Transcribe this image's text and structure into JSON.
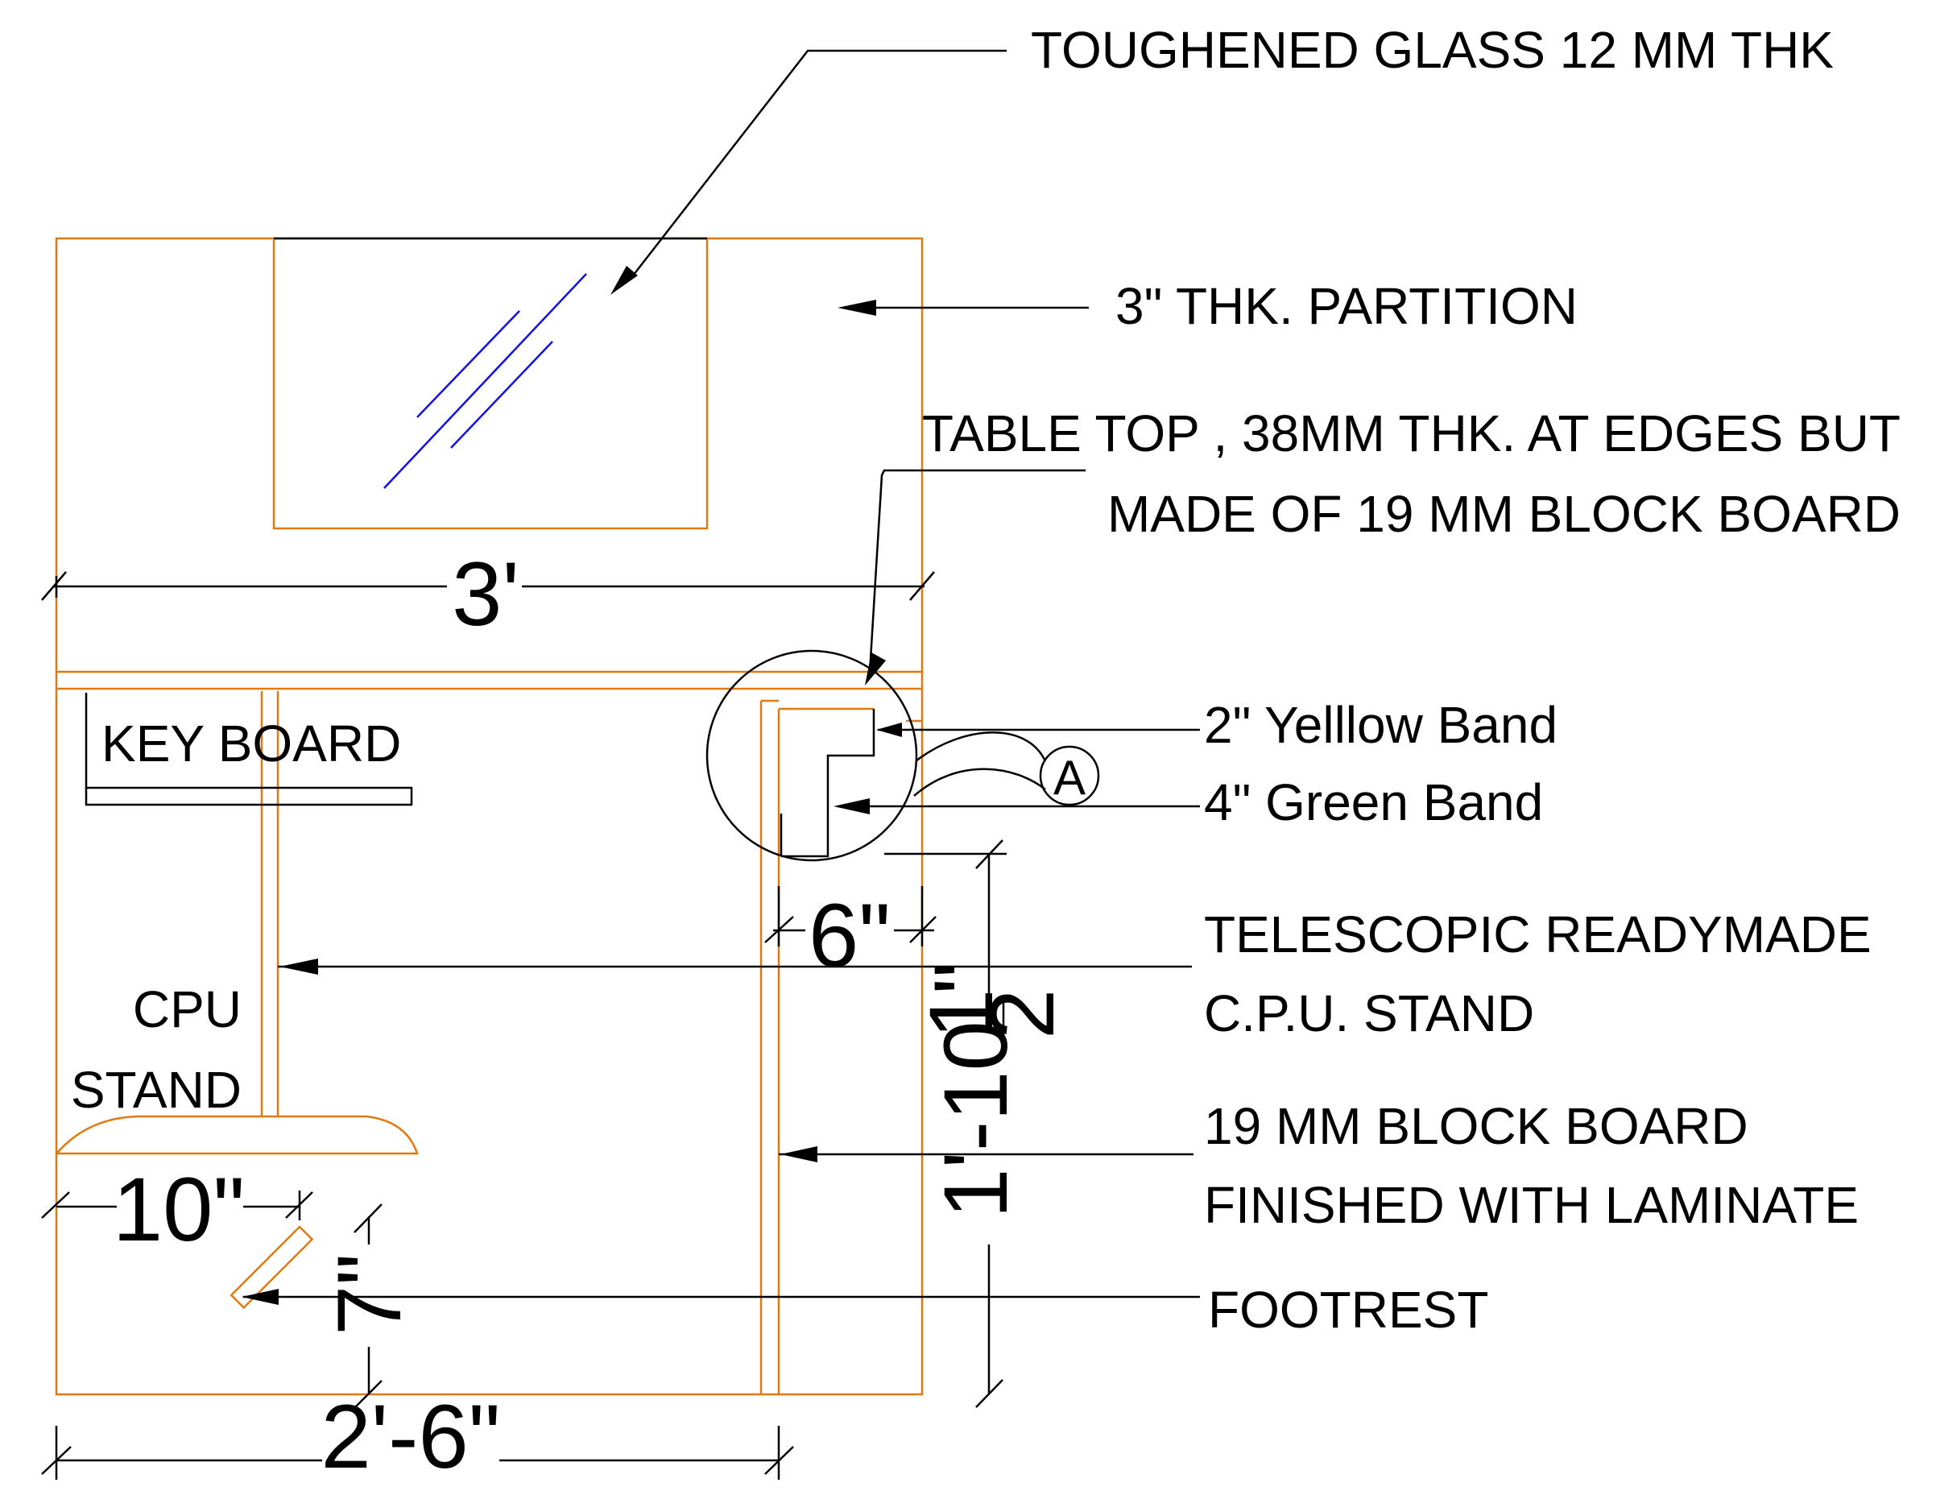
{
  "drawing": {
    "annotations": {
      "toughened_glass": "TOUGHENED GLASS 12 MM THK",
      "partition": "3\" THK. PARTITION",
      "table_top_line1": "TABLE TOP , 38MM THK. AT EDGES BUT",
      "table_top_line2": "MADE OF 19 MM BLOCK BOARD",
      "yellow_band": "2\" Yelllow Band",
      "green_band": "4\" Green Band",
      "cpu_stand_note_line1": "TELESCOPIC READYMADE",
      "cpu_stand_note_line2": "C.P.U. STAND",
      "block_board_line1": "19 MM BLOCK BOARD",
      "block_board_line2": "FINISHED WITH LAMINATE",
      "footrest": "FOOTREST"
    },
    "labels": {
      "keyboard": "KEY BOARD",
      "cpu_line1": "CPU",
      "cpu_line2": "STAND",
      "detail_marker": "A"
    },
    "dimensions": {
      "width_overall": "3'",
      "depth_lower": "2'-6\"",
      "side_gap": "6\"",
      "cpu_stand_width": "10\"",
      "footrest_height": "7\"",
      "height_main": "1'-10",
      "height_fraction_num": "1",
      "height_fraction_den": "2",
      "height_inch_mark": "\""
    },
    "colors": {
      "outline": "#e07a10",
      "leader": "#000000",
      "glass_hatch": "#1010ee"
    }
  }
}
